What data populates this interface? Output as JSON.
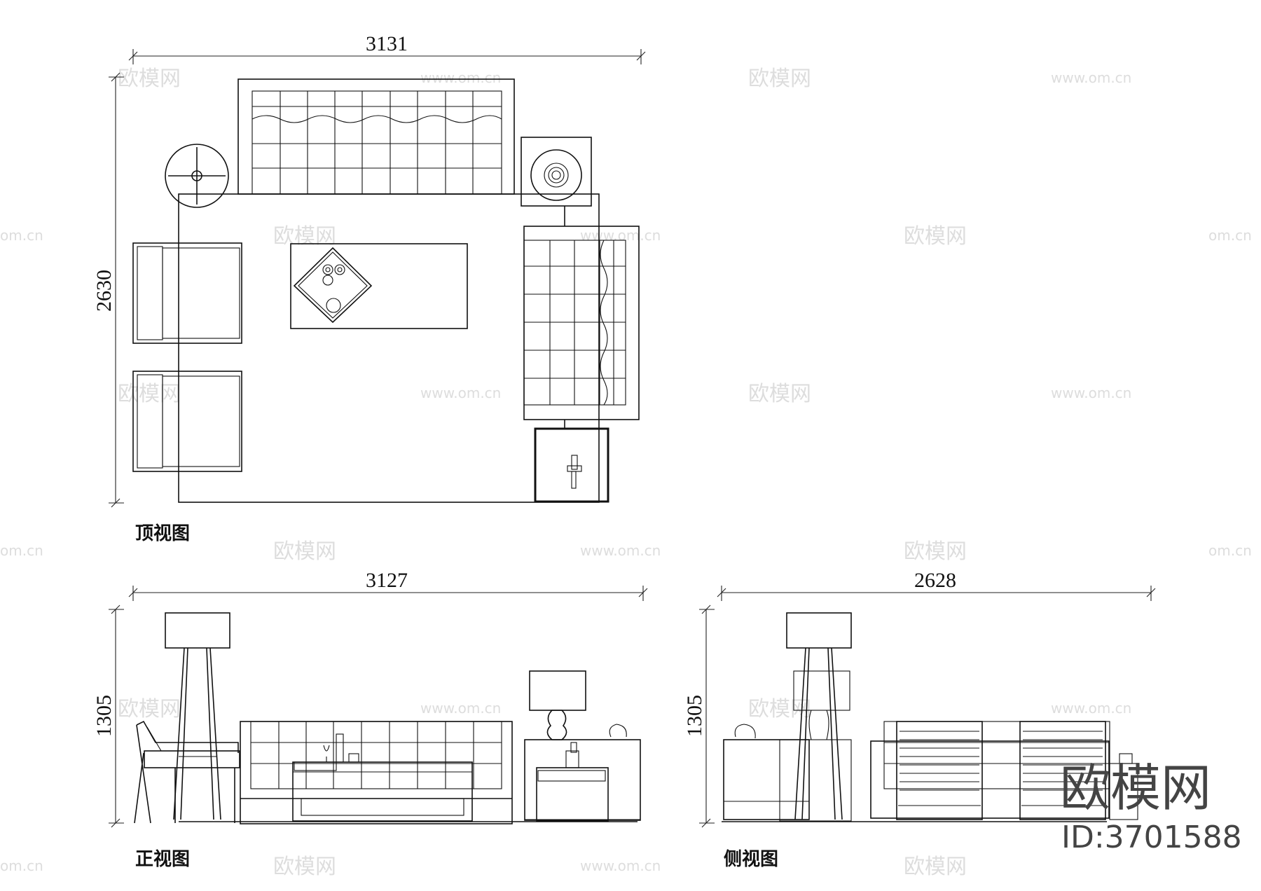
{
  "views": {
    "top": {
      "label": "顶视图",
      "width_dim": "3131",
      "height_dim": "2630"
    },
    "front": {
      "label": "正视图",
      "width_dim": "3127",
      "height_dim": "1305"
    },
    "side": {
      "label": "侧视图",
      "width_dim": "2628",
      "height_dim": "1305"
    }
  },
  "watermarks": {
    "brand_cn": "欧模网",
    "url": "www.om.cn",
    "url_short": "om.cn"
  },
  "branding": {
    "logo_text": "欧模网",
    "id_text": "ID:3701588"
  }
}
